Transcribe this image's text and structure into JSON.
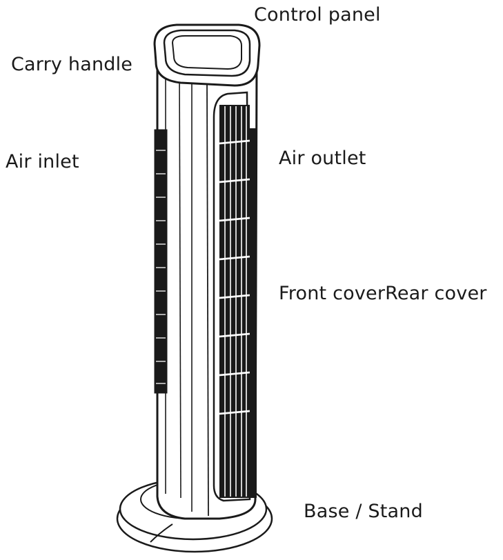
{
  "labels": {
    "control_panel": "Control panel",
    "carry_handle": "Carry handle",
    "air_inlet": "Air inlet",
    "air_outlet": "Air outlet",
    "front_rear_cover": "Front coverRear cover",
    "base_stand": "Base / Stand"
  },
  "colors": {
    "line": "#1a1a1a",
    "grille": "#1a1a1a",
    "background": "#ffffff"
  }
}
